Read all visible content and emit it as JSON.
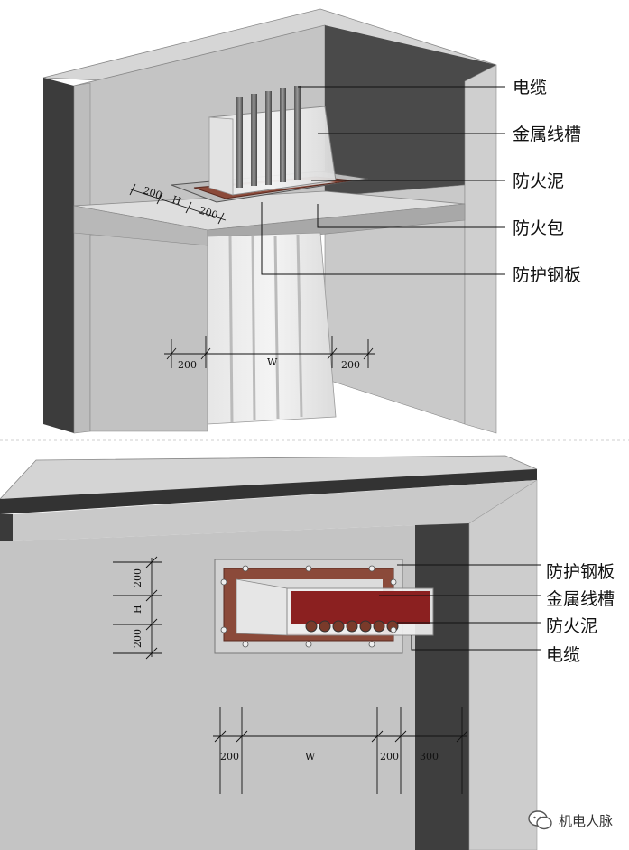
{
  "top_labels": {
    "cable": "电缆",
    "metal_tray": "金属线槽",
    "fire_clay": "防火泥",
    "fire_bag": "防火包",
    "steel_plate": "防护钢板"
  },
  "top_dims": {
    "plan_a": "200",
    "plan_h": "H",
    "plan_b": "200",
    "left": "200",
    "width": "W",
    "right": "200"
  },
  "bottom_labels": {
    "steel_plate": "防护钢板",
    "metal_tray": "金属线槽",
    "fire_clay": "防火泥",
    "cable": "电缆"
  },
  "bottom_dims": {
    "top": "200",
    "height": "H",
    "bottom": "200",
    "left": "200",
    "width": "W",
    "right": "200",
    "edge": "300"
  },
  "watermark": {
    "text": "机电人脉"
  },
  "colors": {
    "fire_clay": "#8b2020",
    "concrete": "#c9c9c9",
    "dark_face": "#4a4a4a"
  }
}
